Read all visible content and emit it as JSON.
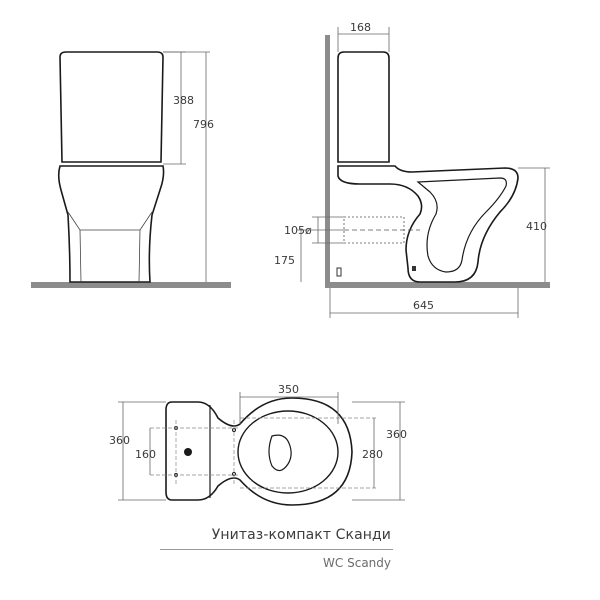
{
  "colors": {
    "floor": "#888888",
    "outline": "#1a1a1a",
    "dimension": "#555555",
    "text": "#3a3a3a"
  },
  "front_view": {
    "dim_tank_height": "388",
    "dim_total_height": "796"
  },
  "side_view": {
    "dim_tank_depth": "168",
    "dim_outlet_diameter": "105ø",
    "dim_outlet_height": "175",
    "dim_seat_height": "410",
    "dim_total_length": "645"
  },
  "top_view": {
    "dim_bowl_length": "350",
    "dim_tank_width": "360",
    "dim_hole_spacing": "160",
    "dim_bowl_width": "280",
    "dim_total_width": "360"
  },
  "caption": {
    "title_ru": "Унитаз-компакт Сканди",
    "title_en": "WC Scandy"
  }
}
